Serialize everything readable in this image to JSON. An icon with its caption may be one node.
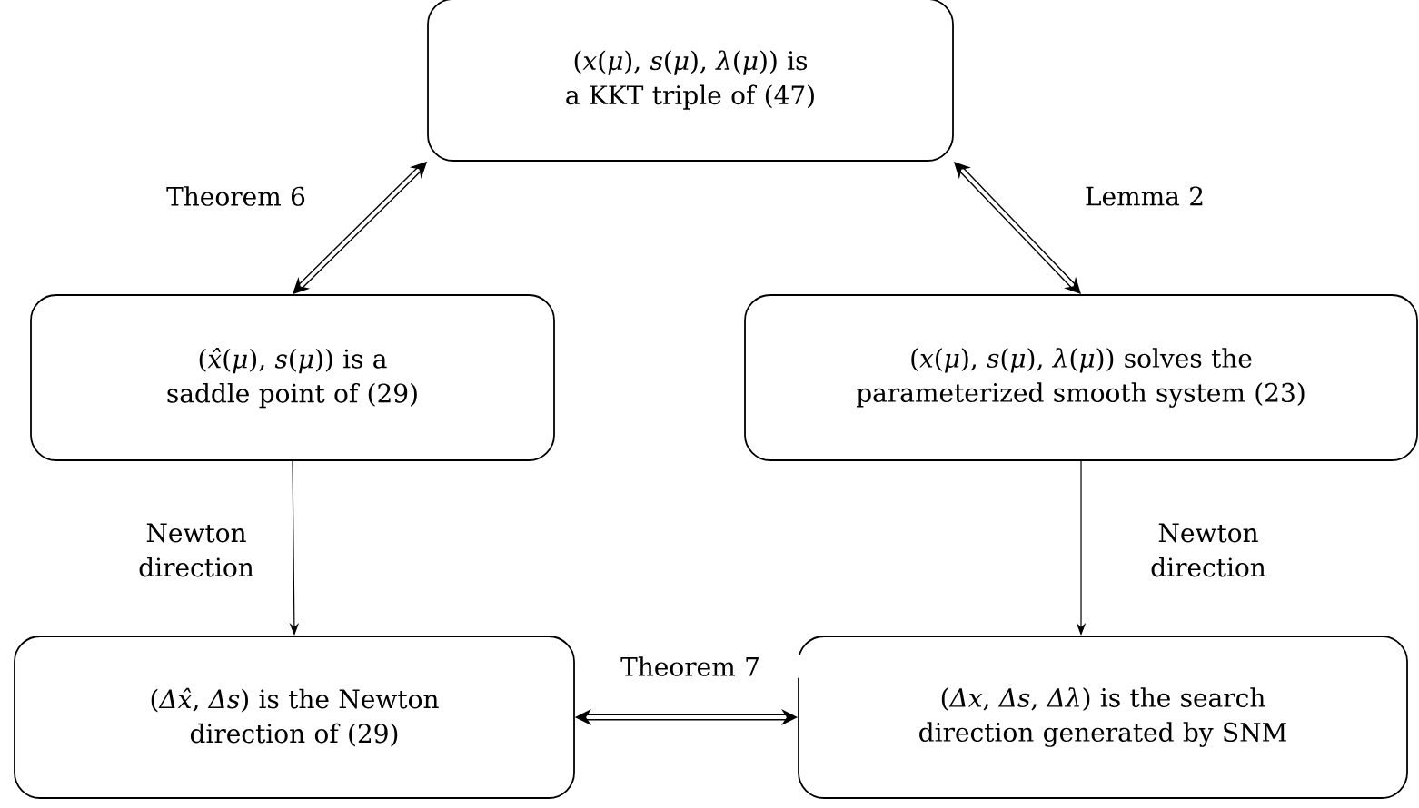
{
  "diagram": {
    "nodes": [
      {
        "text": [
          "(*x*(*μ*), *s*(*μ*), *λ*(*μ*)) is a KKT triple of (47)"
        ]
      },
      {
        "text": [
          "(*x̂*(*μ*), *s*(*μ*)) is a saddle point of (29)"
        ]
      },
      {
        "text": [
          "(*x*(*μ*), *s*(*μ*), *λ*(*μ*)) solves the parameterized smooth system (23)"
        ]
      },
      {
        "text": [
          "(*Δx̂*, *Δs*) is the Newton direction of (29)"
        ]
      },
      {
        "text": [
          "(*Δx*, *Δs*, *Δλ*) is the search direction generated by SNM"
        ]
      }
    ],
    "edges": [
      {
        "from": 1,
        "to": 0,
        "arrow": "both",
        "label": "Theorem 6"
      },
      {
        "from": 0,
        "to": 2,
        "arrow": "both",
        "label": "Lemma 2"
      },
      {
        "from": 1,
        "to": 3,
        "arrow": "to",
        "label": "Newton direction"
      },
      {
        "from": 2,
        "to": 4,
        "arrow": "to",
        "label": "Newton direction"
      },
      {
        "from": 3,
        "to": 4,
        "arrow": "both",
        "label": "Theorem 7"
      }
    ]
  }
}
